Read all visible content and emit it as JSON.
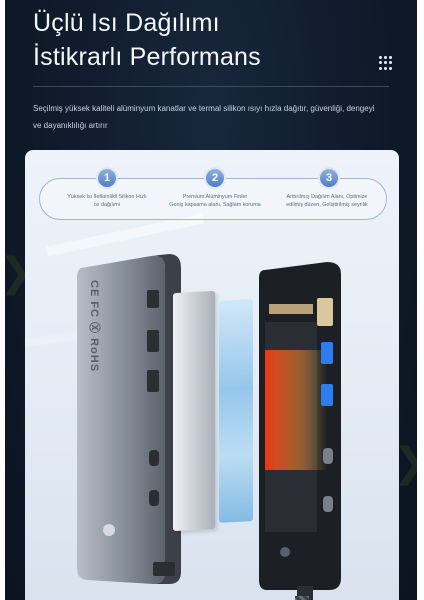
{
  "header": {
    "title_line1": "Üçlü Isı Dağılımı",
    "title_line2": "İstikrarlı Performans",
    "description": "Seçilmiş yüksek kaliteli alüminyum kanatlar ve termal silikon ısıyı hızla dağıtır, güvenliği, dengeyi ve dayanıklılığı artırır",
    "menu_icon": "grid-dots-icon"
  },
  "steps": [
    {
      "number": "1",
      "text_line1": "Yüksek Isı İletkenlikli Silikon Hızlı",
      "text_line2": "ısı dağılımı"
    },
    {
      "number": "2",
      "text_line1": "Premium Alüminyum Finler",
      "text_line2": "Geniş kapsama alanı, Sağlam koruma"
    },
    {
      "number": "3",
      "text_line1": "Arttırılmış Dağılım Alanı, Optimize",
      "text_line2": "edilmiş düzen, Geliştirilmiş seyrilik"
    }
  ],
  "product": {
    "left_label": "CE FC Ⓧ RoHS",
    "colors": {
      "shell": "#8a929c",
      "shell_dark": "#3c4048",
      "heatsink": "#c8ccd2",
      "silicone": "#a9d2ee",
      "board": "#1c1f24",
      "heat": "#ff4a1a",
      "usb_blue": "#2e7df0",
      "accent": "#4d7fc6"
    }
  }
}
